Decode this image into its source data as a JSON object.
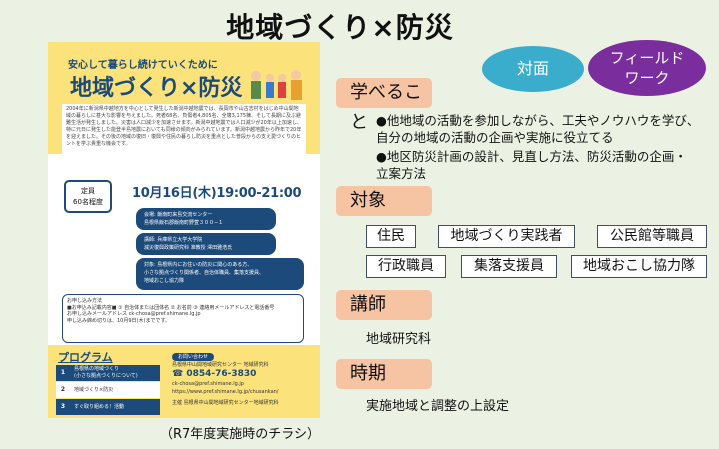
{
  "title": "地域づくり×防災",
  "format": {
    "in_person": "対面",
    "fieldwork": "フィールド\nワーク"
  },
  "sections": {
    "learn": {
      "heading": "学べること",
      "bullets": [
        "●他地域の活動を参加しながら、工夫やノウハウを学び、\n自分の地域の活動の企画や実施に役立てる",
        "●地区防災計画の設計、見直し方法、防災活動の企画・\n立案方法"
      ]
    },
    "target": {
      "heading": "対象",
      "tags": [
        "住民",
        "地域づくり実践者",
        "公民館等職員",
        "行政職員",
        "集落支援員",
        "地域おこし協力隊"
      ]
    },
    "lecturer": {
      "heading": "講師",
      "text": "地域研究科"
    },
    "timing": {
      "heading": "時期",
      "text": "実施地域と調整の上設定"
    }
  },
  "flyer": {
    "subtitle": "安心して暮らし続けていくために",
    "title": "地域づくり×防災",
    "intro": "2004年に新潟県中越地方を中心として発生した新潟中越地震では、長岡市や山古志村をはじめ中山間地域の暮らしに甚大な影響を与えました。死者68名、負傷者4,805名、全壊3,175棟、そして長期に及ぶ避難生活が発生しました。災害は人口減少を加速させます。新潟中越地震では人口減少が20年以上加速し、特に元日に発生した能登半島地震においても同様の傾向がみられています。新潟中越地震から昨年で20年を迎えました。その後の地域の復旧・復興や住民の暮らし防災を重点とした普段からの支え愛づくりのヒントを学ぶ貴重な機会です。",
    "capacity": "定員\n60名程度",
    "date": "10月16日(木)19:00-21:00",
    "venue": "会場: 飯南町来島交流センター\n島根県飯石郡飯南町野萱３００−１",
    "lecturer": "講師: 兵庫県立大学大学院\n減災復興政策研究科 准教授 澤田雅浩氏",
    "audience": "対象: 島根県内にお住いの防災に関心のある方、\n小さな拠点づくり関係者、自治体職員、集落支援員、\n地域おこし協力隊",
    "apply": "お申し込み方法\n■お申込み記載内容■ ① 自治体または団体名 ② お名前 ③ 連絡用メールアドレスと電話番号\nお申し込みメールアドレス ck-chosa@pref.shimane.lg.jp\n申し込み締め切りは、10月9日(木)までです。",
    "program_title": "プログラム",
    "program": [
      {
        "n": "1",
        "t": "島根県の地域づくり\n(小さな拠点づくりについて)"
      },
      {
        "n": "2",
        "t": "地域づくり×防災"
      },
      {
        "n": "3",
        "t": "すぐ取り組める！活動"
      }
    ],
    "contact_label": "お問い合わせ",
    "contact_org": "島根県中山間地域研究センター 地域研究科",
    "tel": "☎ 0854-76-3830",
    "email": "ck-chosa@pref.shimane.lg.jp",
    "url": "https://www.pref.shimane.lg.jp/chusankan/",
    "host": "主催 島根県中山間地域研究センター地域研究科"
  },
  "caption": "（R7年度実施時のチラシ）",
  "colors": {
    "background": "#ebf2e4",
    "heading_box": "#f6c3a3",
    "teal": "#3aaccc",
    "purple": "#7a2d9c",
    "flyer_yellow": "#fbe27a",
    "flyer_navy": "#1c4a7a"
  }
}
